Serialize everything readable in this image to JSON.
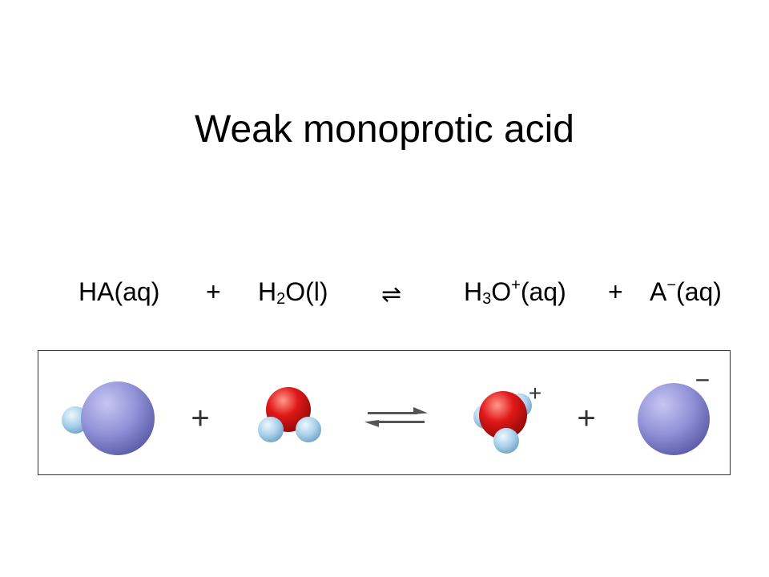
{
  "slide": {
    "title": "Weak monoprotic acid"
  },
  "equation": {
    "reactant_1": "HA(aq)",
    "plus_1": "+",
    "reactant_2": {
      "h": "H",
      "sub": "2",
      "rest": "O(l)"
    },
    "arrow": "⇌",
    "product_1": {
      "h": "H",
      "sub": "3",
      "o": "O",
      "sup": "+",
      "rest": "(aq)"
    },
    "plus_2": "+",
    "product_2": {
      "a": "A",
      "sup": "−",
      "rest": "(aq)"
    }
  },
  "molecular_view": {
    "plus_1": "+",
    "plus_2": "+",
    "hydronium_charge": "+",
    "anion_charge": "−",
    "colors": {
      "acid_anion": "#8f8fd8",
      "oxygen": "#e01818",
      "hydrogen": "#a8d0ea"
    }
  }
}
